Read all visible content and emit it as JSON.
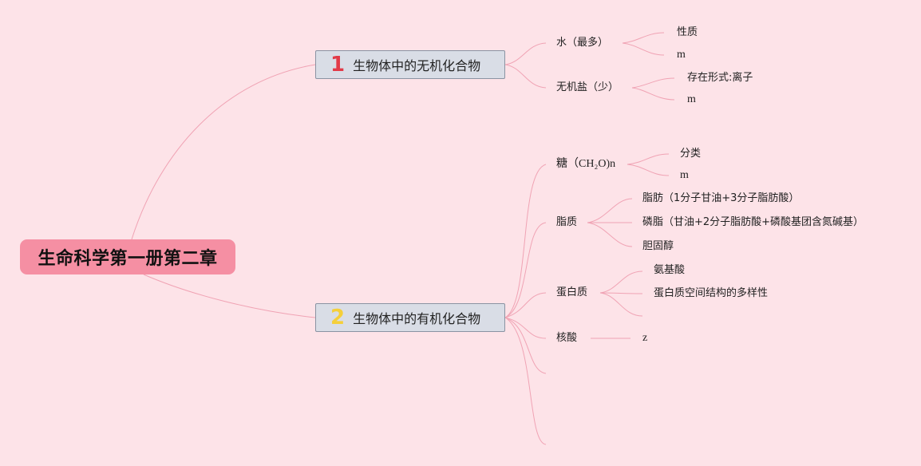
{
  "root": {
    "title": "生命科学第一册第二章"
  },
  "branches": [
    {
      "number": "1",
      "title": "生物体中的无机化合物",
      "topics": [
        {
          "title": "水（最多）",
          "children": [
            "性质",
            "m"
          ]
        },
        {
          "title": "无机盐（少）",
          "children": [
            "存在形式:离子",
            "m"
          ]
        }
      ]
    },
    {
      "number": "2",
      "title": "生物体中的有机化合物",
      "topics": [
        {
          "title": "糖（CH₂O)n",
          "children": [
            "分类",
            "m"
          ]
        },
        {
          "title": "脂质",
          "children": [
            "脂肪（1分子甘油+3分子脂肪酸）",
            "磷脂（甘油+2分子脂肪酸+磷酸基团含氮碱基）",
            "胆固醇"
          ]
        },
        {
          "title": "蛋白质",
          "children": [
            "氨基酸",
            "蛋白质空间结构的多样性",
            ""
          ]
        },
        {
          "title": "核酸",
          "children": [
            "z"
          ]
        },
        {
          "title": "",
          "children": []
        },
        {
          "title": "",
          "children": []
        }
      ]
    }
  ],
  "colors": {
    "background": "#fde3e8",
    "root_fill": "#f58fa3",
    "branch_fill": "#d9dde6",
    "branch_border": "#8a93a2",
    "edge": "#f0a3b4",
    "number_1": "#e23a48",
    "number_2": "#f5cf3a"
  }
}
